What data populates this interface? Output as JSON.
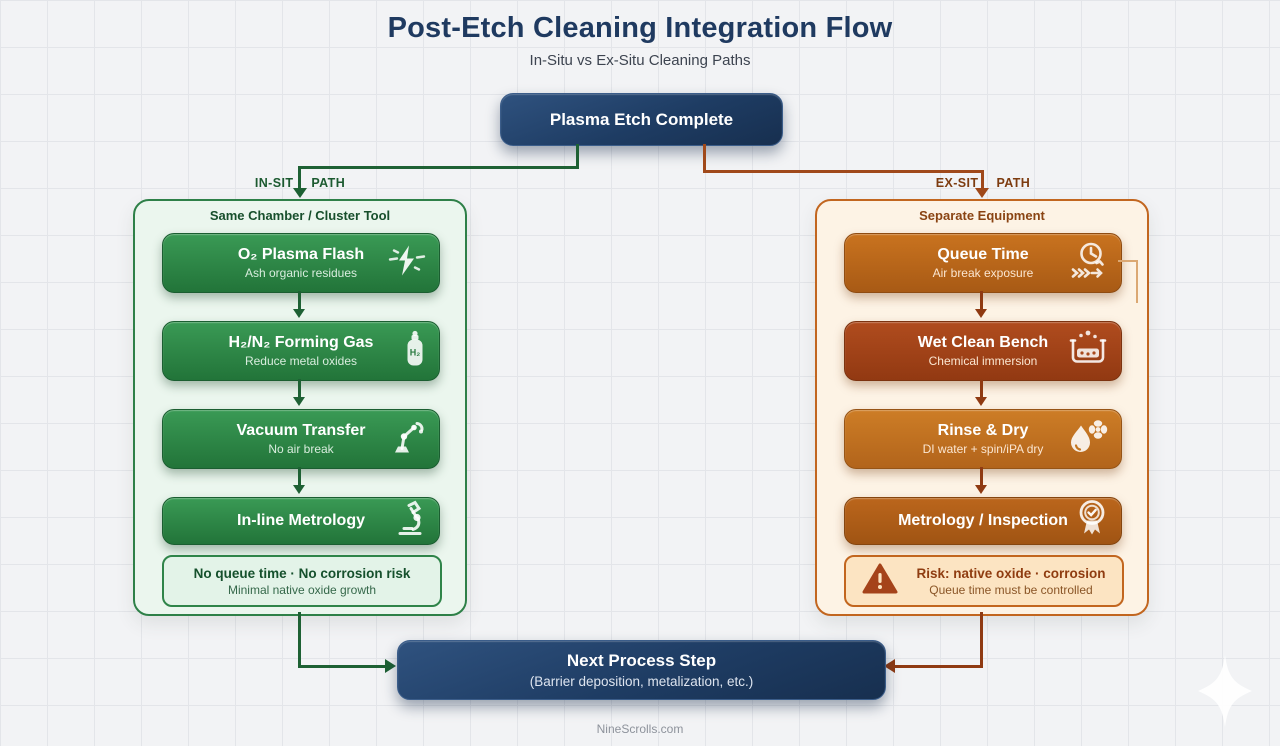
{
  "page": {
    "title": "Post-Etch Cleaning Integration Flow",
    "subtitle": "In-Situ vs Ex-Situ Cleaning Paths",
    "footer": "NineScrolls.com"
  },
  "start_node": {
    "label": "Plasma Etch Complete"
  },
  "end_node": {
    "title": "Next Process Step",
    "subtitle": "(Barrier deposition, metalization, etc.)"
  },
  "insitu": {
    "path_label": {
      "left": "IN-SIT",
      "right": "PATH"
    },
    "container_title": "Same Chamber / Cluster Tool",
    "steps": [
      {
        "title": "O₂ Plasma Flash",
        "subtitle": "Ash organic residues",
        "icon": "flash-icon"
      },
      {
        "title": "H₂/N₂ Forming Gas",
        "subtitle": "Reduce metal oxides",
        "icon": "gas-cylinder-icon"
      },
      {
        "title": "Vacuum Transfer",
        "subtitle": "No air break",
        "icon": "robot-arm-icon"
      },
      {
        "title": "In-line Metrology",
        "icon": "microscope-icon"
      }
    ],
    "note": {
      "title": "No queue time · No corrosion risk",
      "subtitle": "Minimal native oxide growth"
    }
  },
  "exsitu": {
    "path_label": {
      "left": "EX-SIT",
      "right": "PATH"
    },
    "container_title": "Separate Equipment",
    "steps": [
      {
        "title": "Queue Time",
        "subtitle": "Air break exposure",
        "icon": "clock-history-icon"
      },
      {
        "title": "Wet Clean Bench",
        "subtitle": "Chemical immersion",
        "icon": "immersion-tank-icon"
      },
      {
        "title": "Rinse & Dry",
        "subtitle": "DI water + spin/iPA dry",
        "icon": "droplet-fan-icon"
      },
      {
        "title": "Metrology / Inspection",
        "icon": "award-ribbon-icon"
      }
    ],
    "risk": {
      "title": "Risk: native oxide · corrosion",
      "subtitle": "Queue time must be controlled"
    }
  },
  "colors": {
    "navy": "#1e3a5f",
    "green_accent": "#2e8048",
    "green_line": "#1e6134",
    "orange_accent": "#c2661f",
    "orange_line": "#8f3a12",
    "background": "#f2f3f5",
    "grid": "#e3e5e9"
  }
}
